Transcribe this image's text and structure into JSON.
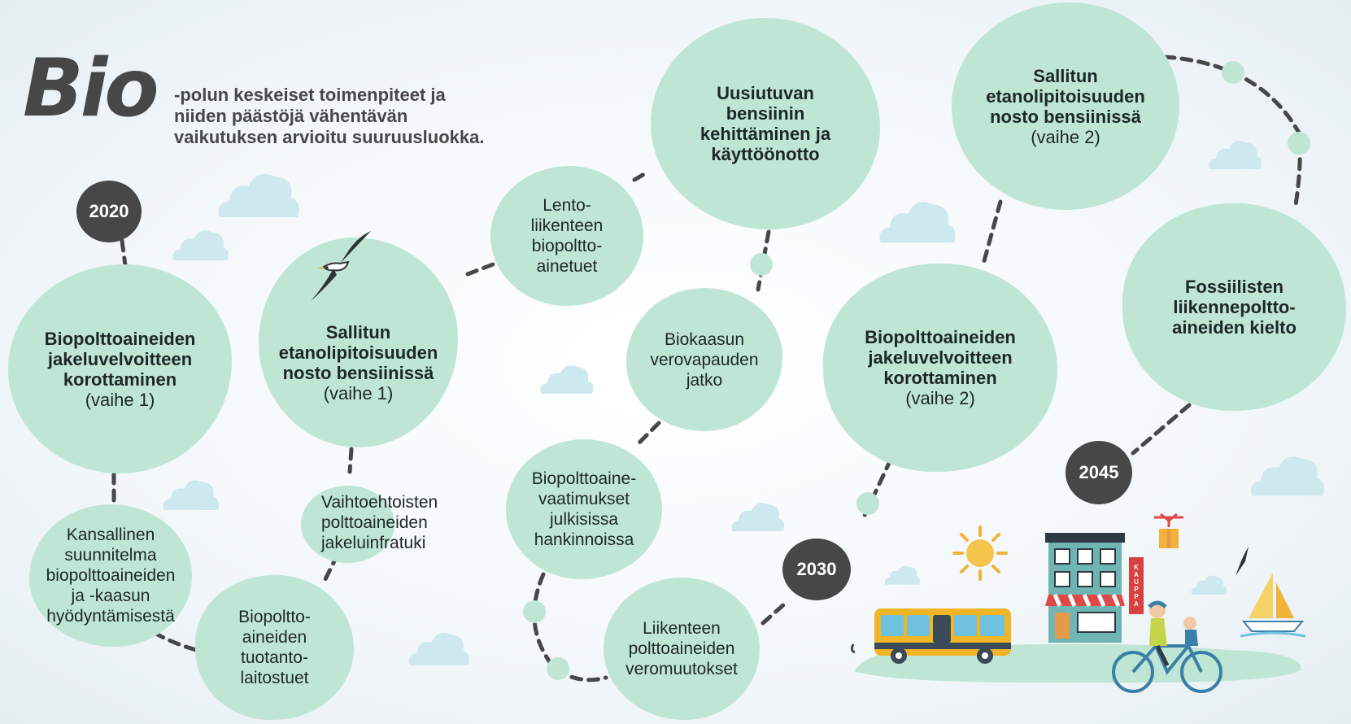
{
  "header": {
    "logo_text": "Bio",
    "intro_lines": [
      "-polun keskeiset toimenpiteet ja",
      "niiden päästöjä vähentävän",
      "vaikutuksen arvioitu suuruusluokka."
    ]
  },
  "years": [
    "2020",
    "2030",
    "2045"
  ],
  "measures": [
    {
      "lines": [
        "Biopolttoaineiden",
        "jakeluvelvoitteen",
        "korottaminen"
      ],
      "sub": "(vaihe 1)"
    },
    {
      "lines": [
        "Kansallinen",
        "suunnitelma",
        "biopolttoaineiden",
        "ja -kaasun",
        "hyödyntämisestä"
      ]
    },
    {
      "lines": [
        "Biopoltto-",
        "aineiden",
        "tuotanto-",
        "laitostuet"
      ]
    },
    {
      "lines": [
        "Vaihtoehtoisten",
        "polttoaineiden",
        "jakeluinfratuki"
      ]
    },
    {
      "lines": [
        "Sallitun",
        "etanolipitoisuuden",
        "nosto bensiinissä"
      ],
      "sub": "(vaihe 1)"
    },
    {
      "lines": [
        "Lento-",
        "liikenteen",
        "biopoltto-",
        "ainetuet"
      ]
    },
    {
      "lines": [
        "Uusiutuvan",
        "bensiinin",
        "kehittäminen ja",
        "käyttöönotto"
      ]
    },
    {
      "lines": [
        "Biokaasun",
        "verovapauden",
        "jatko"
      ]
    },
    {
      "lines": [
        "Biopolttoaine-",
        "vaatimukset",
        "julkisissa",
        "hankinnoissa"
      ]
    },
    {
      "lines": [
        "Liikenteen",
        "polttoaineiden",
        "veromuutokset"
      ]
    },
    {
      "lines": [
        "Biopolttoaineiden",
        "jakeluvelvoitteen",
        "korottaminen"
      ],
      "sub": "(vaihe 2)"
    },
    {
      "lines": [
        "Sallitun",
        "etanolipitoisuuden",
        "nosto bensiinissä"
      ],
      "sub": "(vaihe 2)"
    },
    {
      "lines": [
        "Fossiilisten",
        "liikennepoltto-",
        "aineiden kielto"
      ]
    }
  ],
  "illustration": {
    "shop_sign": "KAUPPA"
  },
  "colors": {
    "blob": "#bfe6d4",
    "badge": "#474747",
    "path": "#474747",
    "cloud": "#cde8ee",
    "bus": "#f2b526",
    "shop_sign": "#d94040"
  },
  "icons": [
    "bird-icon",
    "sun-icon",
    "bus-icon",
    "shop-icon",
    "cyclist-icon",
    "gift-icon",
    "sailboat-icon",
    "cloud-icon"
  ]
}
